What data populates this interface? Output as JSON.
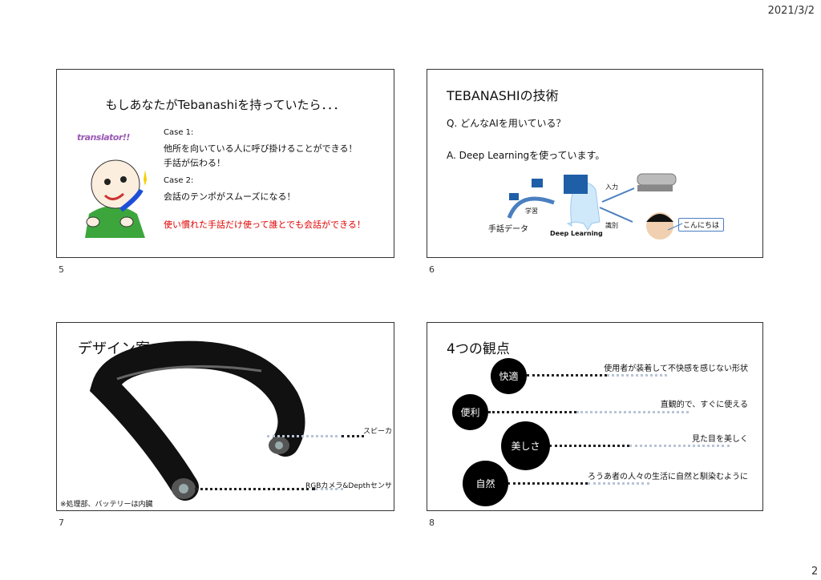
{
  "header": {
    "date": "2021/3/2"
  },
  "footer": {
    "page_number": "2"
  },
  "slides": [
    {
      "number": "5",
      "title": "もしあなたがTebanashiを持っていたら．．．",
      "logo_text": "translator!!",
      "case1_label": "Case 1:",
      "case1_line1": "他所を向いている人に呼び掛けることができる！",
      "case1_line2": "手話が伝わる！",
      "case2_label": "Case 2:",
      "case2_line1": "会話のテンポがスムーズになる！",
      "highlight": "使い慣れた手話だけ使って誰とでも会話ができる！",
      "highlight_color": "#e00000"
    },
    {
      "number": "6",
      "title": "TEBANASHIの技術",
      "question": "Q. どんなAIを用いている？",
      "answer": "A. Deep Learningを使っています。",
      "diagram": {
        "learn": "学習",
        "data": "手話データ",
        "model": "Deep Learning",
        "input": "入力",
        "identify": "識別",
        "speech": "こんにちは"
      }
    },
    {
      "number": "7",
      "title": "デザイン案",
      "speaker_label": "スピーカ",
      "camera_label": "RGBカメラ&Depthセンサ",
      "note": "※処理部、バッテリーは内臓"
    },
    {
      "number": "8",
      "title": "4つの観点",
      "points": [
        {
          "label": "快適",
          "desc": "使用者が装着して不快感を感じない形状"
        },
        {
          "label": "便利",
          "desc": "直観的で、すぐに使える"
        },
        {
          "label": "美しさ",
          "desc": "見た目を美しく"
        },
        {
          "label": "自然",
          "desc": "ろうあ者の人々の生活に自然と馴染むように"
        }
      ]
    }
  ]
}
